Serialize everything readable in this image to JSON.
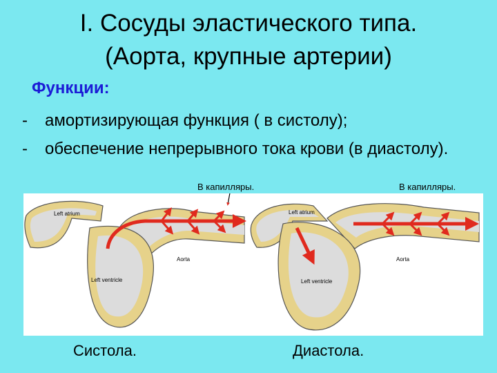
{
  "slide": {
    "title_line1": "I. Сосуды эластического типа.",
    "title_line2": "(Аорта, крупные артерии)",
    "subhead": "Функции:",
    "bullet_marker": "-",
    "bullets": [
      {
        "text": "амортизирующая функция ( в систолу);"
      },
      {
        "text": "обеспечение непрерывного тока крови (в диастолу)."
      }
    ]
  },
  "diagram": {
    "note_left": "В капилляры.",
    "note_right": "В капилляры.",
    "label_left_atrium": "Left atrium",
    "label_left_ventricle": "Left ventricle",
    "label_aorta": "Aorta",
    "caption_left": "Систола.",
    "caption_right": "Диастола.",
    "colors": {
      "panel": "#ffffff",
      "wall": "#e6d28a",
      "wall_outline": "#555555",
      "chamber": "#dcdcdc",
      "arrow": "#e02a1e"
    }
  }
}
